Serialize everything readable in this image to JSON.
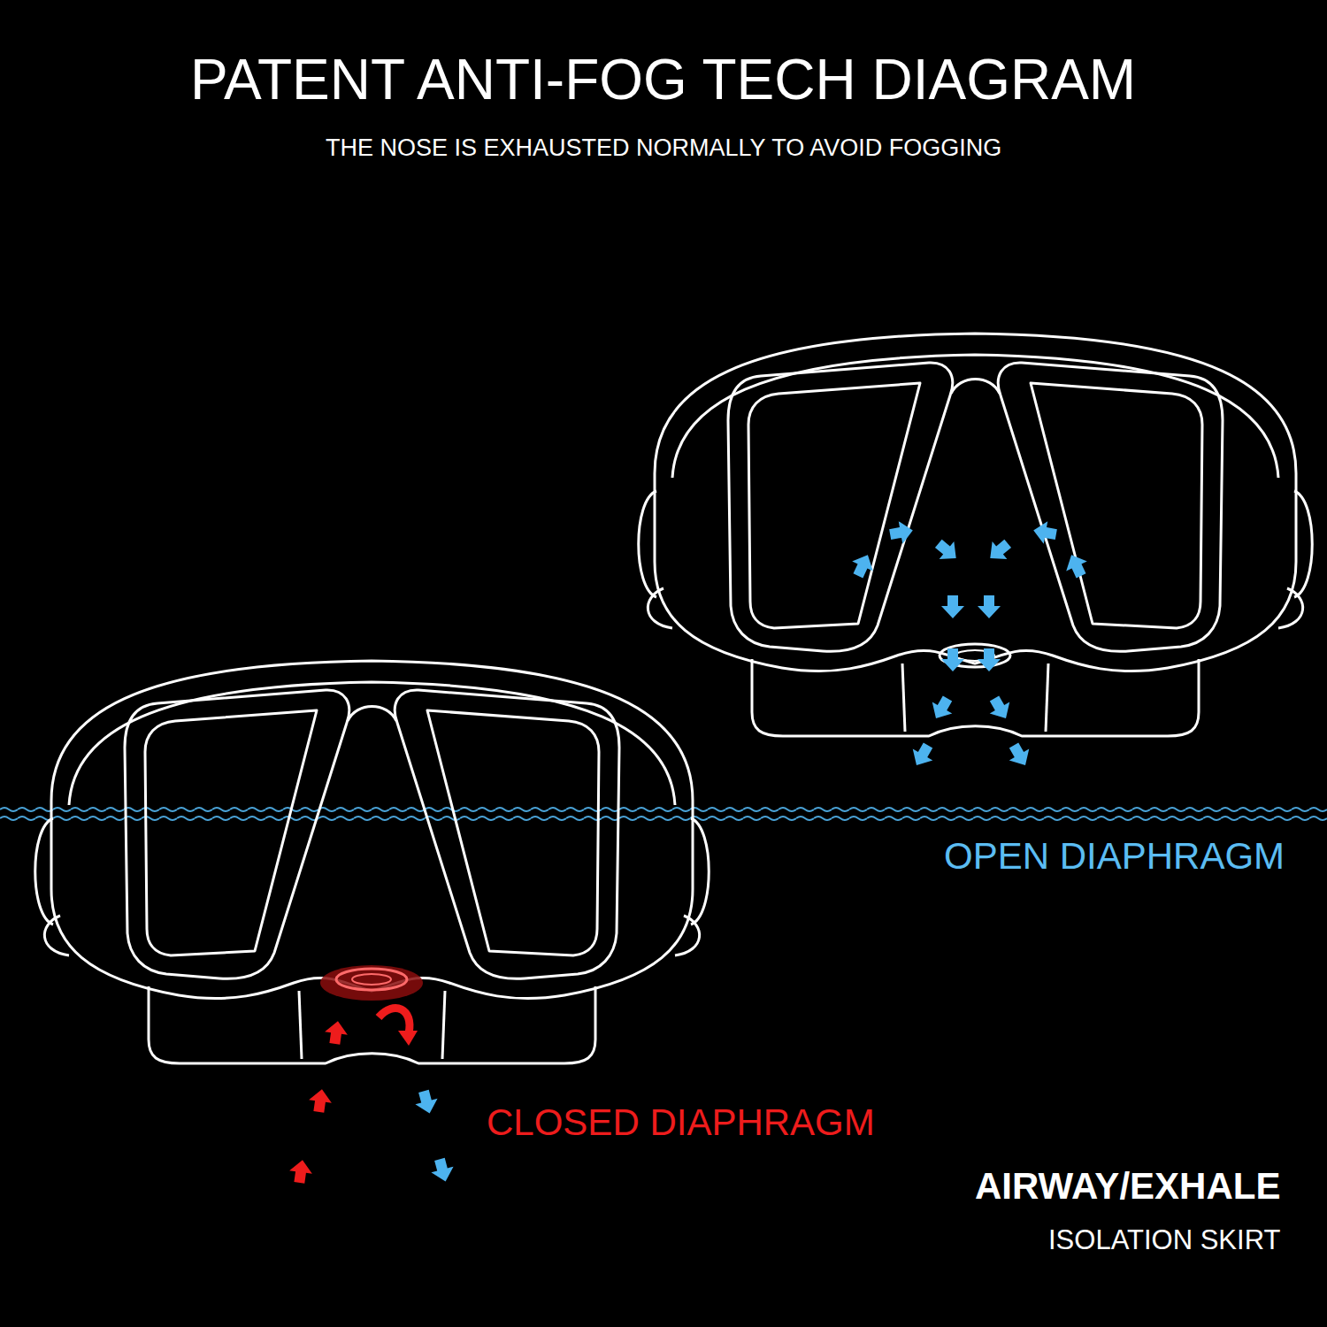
{
  "diagram": {
    "title": "PATENT ANTI-FOG TECH DIAGRAM",
    "labels": [
      "THE NOSE IS EXHAUSTED NORMALLY TO AVOID FOGGING",
      "OPEN DIAPHRAGM",
      "CLOSED DIAPHRAGM",
      "AIRWAY/EXHALE",
      "ISOLATION SKIRT"
    ]
  }
}
